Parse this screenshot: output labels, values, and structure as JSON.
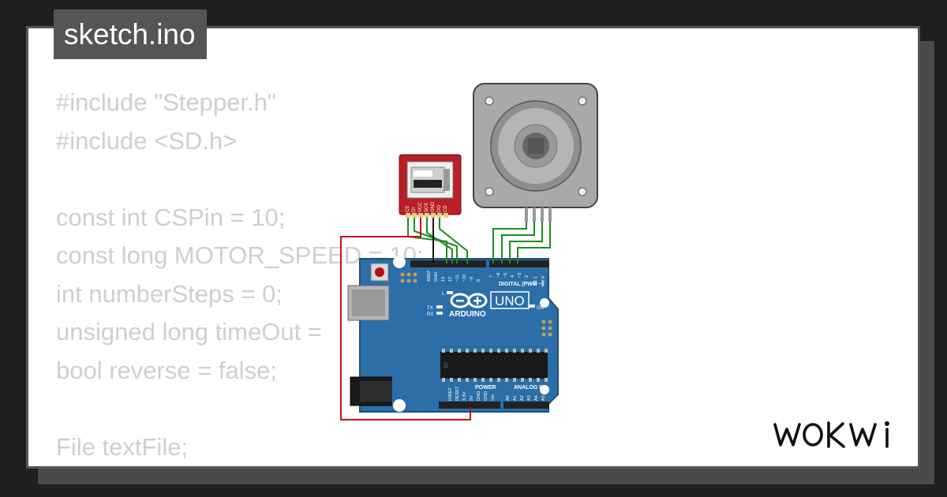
{
  "file_tab": {
    "label": "sketch.ino"
  },
  "code_lines": [
    "#include \"Stepper.h\"",
    "#include <SD.h>",
    "",
    "const int CSPin = 10;",
    "const long MOTOR_SPEED = 10;",
    "int numberSteps = 0;",
    "unsigned long timeOut = ",
    "bool reverse = false;",
    "",
    "File textFile;"
  ],
  "sd_module": {
    "pins": [
      "CS",
      "DI",
      "VCC",
      "SCK",
      "GND",
      "DO",
      "CD"
    ]
  },
  "arduino": {
    "brand": "ARDUINO",
    "model": "UNO",
    "digital_header": "DIGITAL (PWM ~)",
    "aref": "AREF",
    "gnd": "GND",
    "digital_pins": [
      "13",
      "12",
      "~11",
      "~10",
      "~9",
      "8",
      "7",
      "~6",
      "~5",
      "4",
      "~3",
      "2",
      "TX 1",
      "RX 0"
    ],
    "led_l": "L",
    "led_tx": "TX",
    "led_rx": "RX",
    "on_label": "ON",
    "power_header": "POWER",
    "analog_header": "ANALOG IN",
    "power_pins": [
      "IOREF",
      "RESET",
      "3.3V",
      "5V",
      "GND",
      "GND",
      "Vin"
    ],
    "analog_pins": [
      "A0",
      "A1",
      "A2",
      "A3",
      "A4",
      "A5"
    ]
  },
  "stepper_motor": {},
  "wire_colors": {
    "signal": "#1e8c1e",
    "power": "#cc1111",
    "ground": "#111111"
  },
  "brand": {
    "logo_text": "WOKWi"
  }
}
